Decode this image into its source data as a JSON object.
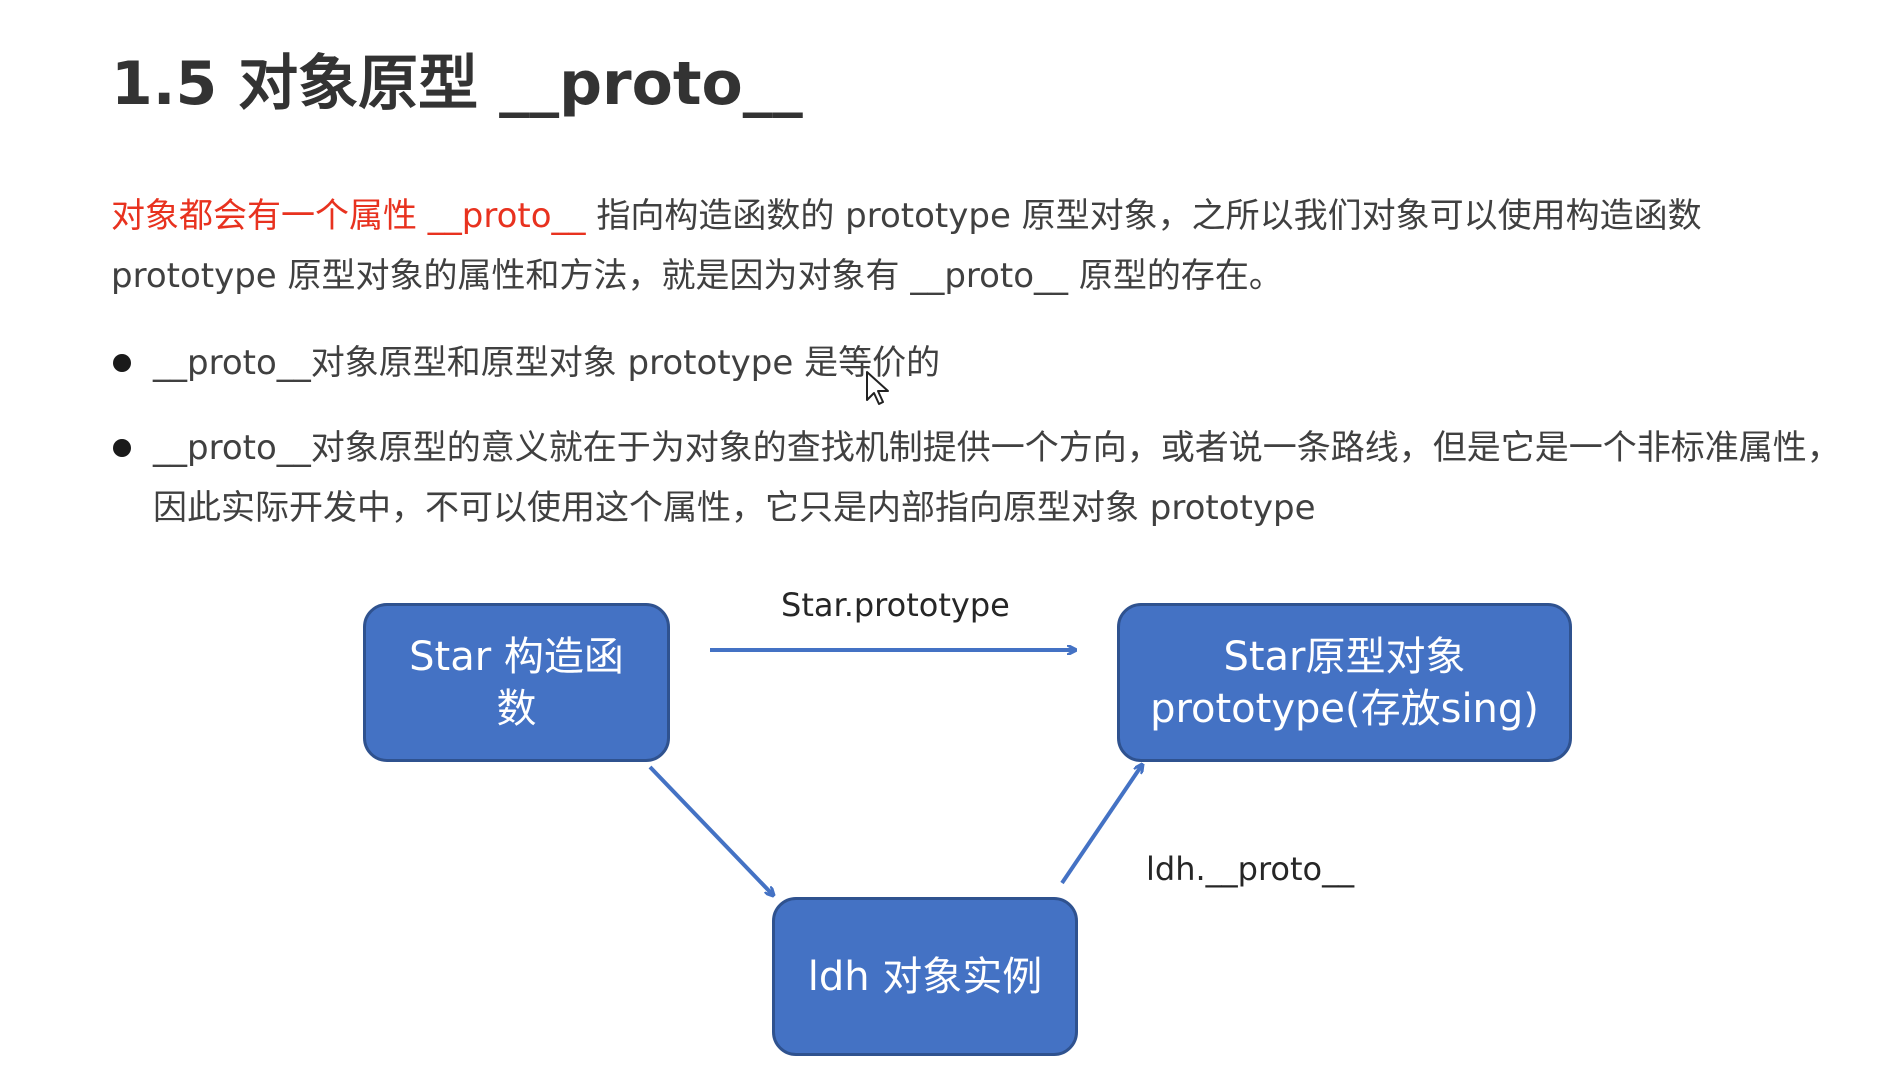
{
  "title": "1.5 对象原型 __proto__",
  "paragraph": {
    "red_part": "对象都会有一个属性 __proto__",
    "rest_line1": " 指向构造函数的 prototype 原型对象，之所以我们对象可以使用构造函数",
    "line2": "prototype 原型对象的属性和方法，就是因为对象有 __proto__ 原型的存在。"
  },
  "bullets": [
    {
      "line1": "__proto__对象原型和原型对象 prototype 是等价的"
    },
    {
      "line1": "__proto__对象原型的意义就在于为对象的查找机制提供一个方向，或者说一条路线，但是它是一个非标准属性，",
      "line2": "因此实际开发中，不可以使用这个属性，它只是内部指向原型对象 prototype"
    }
  ],
  "diagram": {
    "constructor_box": {
      "line1": "Star 构造函",
      "line2": "数"
    },
    "prototype_box": {
      "line1": "Star原型对象",
      "line2": "prototype(存放sing)"
    },
    "instance_box": {
      "label": "ldh 对象实例"
    },
    "arrow_label_top": "Star.prototype",
    "arrow_label_right": "ldh.__proto__"
  },
  "colors": {
    "box_fill": "#4472c4",
    "box_border": "#2f528f",
    "arrow": "#4472c4",
    "highlight_text": "#e8321f"
  }
}
